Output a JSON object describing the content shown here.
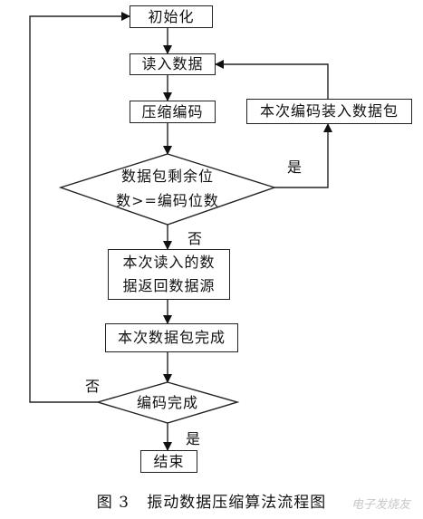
{
  "nodes": {
    "init": "初始化",
    "read": "读入数据",
    "compress": "压缩编码",
    "pack": "本次编码装入数据包",
    "check_remaining": "数据包剩余位\n数>=编码位数",
    "return_data": "本次读入的数\n据返回数据源",
    "packet_done": "本次数据包完成",
    "encode_done": "编码完成",
    "end": "结束"
  },
  "labels": {
    "yes_1": "是",
    "no_1": "否",
    "no_2": "否",
    "yes_2": "是"
  },
  "caption": "图 3   振动数据压缩算法流程图",
  "watermark": "电子发烧友"
}
